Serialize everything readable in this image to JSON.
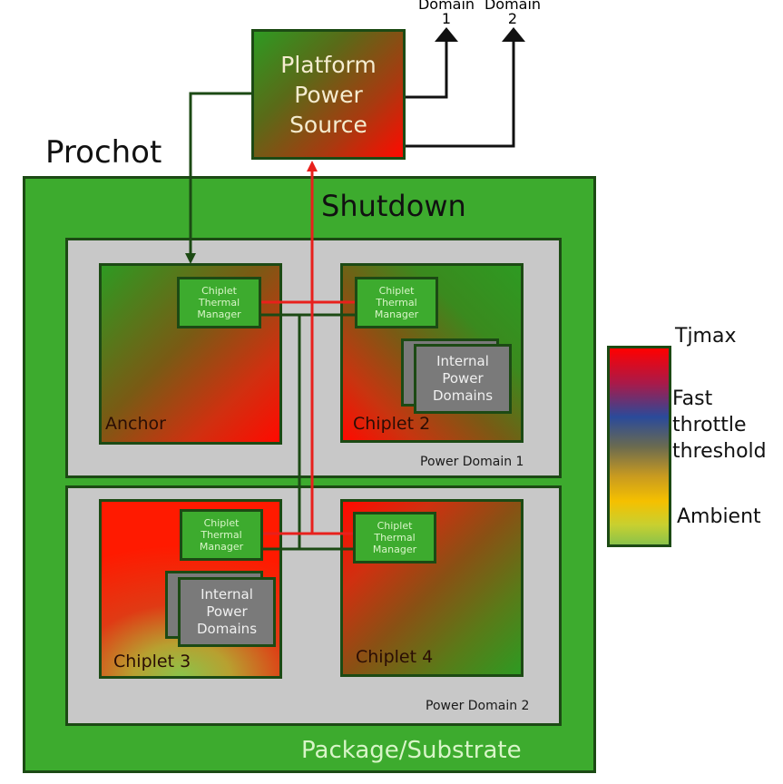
{
  "outputs": {
    "domain1": "Domain 1",
    "domain2": "Domain 2",
    "domain1_line1": "Domain",
    "domain1_line2": "1",
    "domain2_line1": "Domain",
    "domain2_line2": "2"
  },
  "platform_power_source": {
    "line1": "Platform",
    "line2": "Power",
    "line3": "Source"
  },
  "signals": {
    "prochot": "Prochot",
    "shutdown": "Shutdown"
  },
  "package": {
    "label": "Package/Substrate",
    "color": "#3dab2e"
  },
  "power_domains": [
    {
      "label": "Power Domain 1"
    },
    {
      "label": "Power Domain 2"
    }
  ],
  "chiplets": [
    {
      "name": "Anchor",
      "thermal_manager": {
        "line1": "Chiplet",
        "line2": "Thermal",
        "line3": "Manager"
      },
      "has_internal_power_domains": false
    },
    {
      "name": "Chiplet 2",
      "thermal_manager": {
        "line1": "Chiplet",
        "line2": "Thermal",
        "line3": "Manager"
      },
      "has_internal_power_domains": true,
      "internal_power_domains": {
        "line1": "Internal",
        "line2": "Power",
        "line3": "Domains"
      }
    },
    {
      "name": "Chiplet 3",
      "thermal_manager": {
        "line1": "Chiplet",
        "line2": "Thermal",
        "line3": "Manager"
      },
      "has_internal_power_domains": true,
      "internal_power_domains": {
        "line1": "Internal",
        "line2": "Power",
        "line3": "Domains"
      }
    },
    {
      "name": "Chiplet 4",
      "thermal_manager": {
        "line1": "Chiplet",
        "line2": "Thermal",
        "line3": "Manager"
      },
      "has_internal_power_domains": false
    }
  ],
  "legend": {
    "tjmax": "Tjmax",
    "fast_line1": "Fast",
    "fast_line2": "throttle",
    "fast_line3": "threshold",
    "ambient": "Ambient",
    "colors": [
      "#ff0000",
      "#2a4a9a",
      "#f5c000",
      "#8bc34a"
    ]
  },
  "colors": {
    "shutdown_wire": "#e8201c",
    "prochot_wire": "#1c4a14",
    "hot": "#ff0000",
    "cool": "#2e9a22"
  }
}
